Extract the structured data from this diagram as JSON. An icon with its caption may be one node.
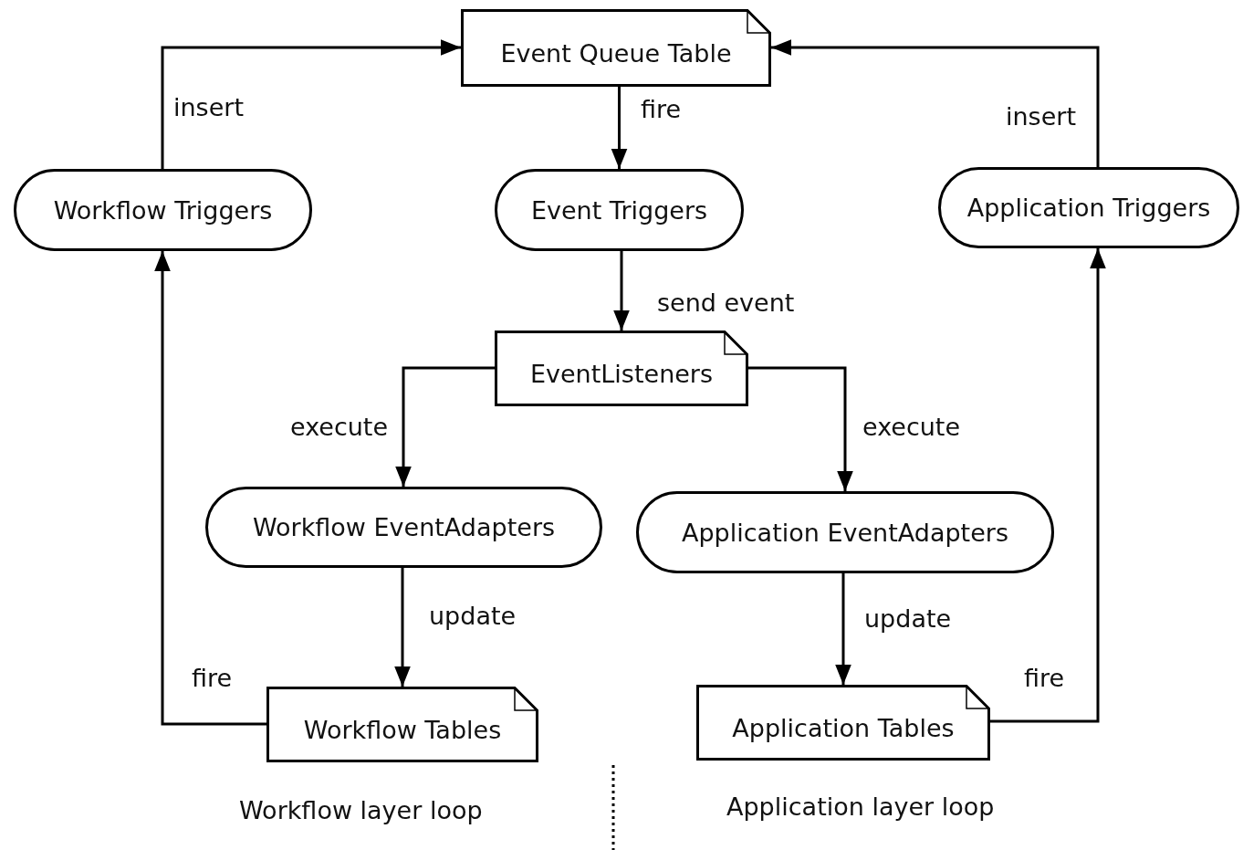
{
  "diagram": {
    "nodes": [
      {
        "text": [
          "Event Queue Table"
        ]
      },
      {
        "text": [
          "Workflow Triggers"
        ]
      },
      {
        "text": [
          "Event Triggers"
        ]
      },
      {
        "text": [
          "Application Triggers"
        ]
      },
      {
        "text": [
          "EventListeners"
        ]
      },
      {
        "text": [
          "Workflow EventAdapters"
        ]
      },
      {
        "text": [
          "Application EventAdapters"
        ]
      },
      {
        "text": [
          "Workflow Tables"
        ]
      },
      {
        "text": [
          "Application Tables"
        ]
      }
    ],
    "edges": [
      {
        "from": 1,
        "to": 0,
        "arrow": "to",
        "label": "insert"
      },
      {
        "from": 3,
        "to": 0,
        "arrow": "to",
        "label": "insert"
      },
      {
        "from": 0,
        "to": 2,
        "arrow": "to",
        "label": "fire"
      },
      {
        "from": 2,
        "to": 4,
        "arrow": "to",
        "label": "send event"
      },
      {
        "from": 4,
        "to": 5,
        "arrow": "to",
        "label": "execute"
      },
      {
        "from": 4,
        "to": 6,
        "arrow": "to",
        "label": "execute"
      },
      {
        "from": 5,
        "to": 7,
        "arrow": "to",
        "label": "update"
      },
      {
        "from": 6,
        "to": 8,
        "arrow": "to",
        "label": "update"
      },
      {
        "from": 7,
        "to": 1,
        "arrow": "to",
        "label": "fire"
      },
      {
        "from": 8,
        "to": 3,
        "arrow": "to",
        "label": "fire"
      }
    ],
    "labels": [
      "Workflow layer loop",
      "Application layer loop"
    ]
  }
}
